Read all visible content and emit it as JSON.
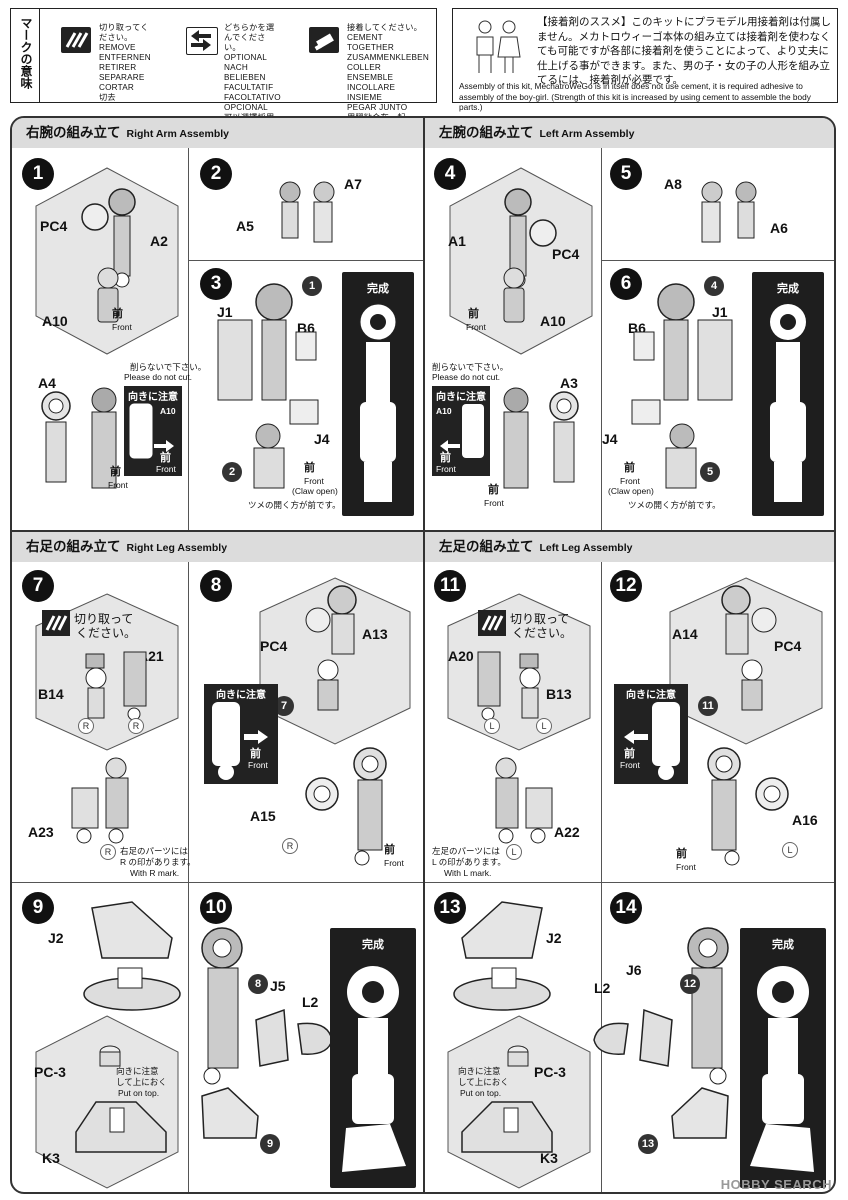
{
  "marks": {
    "title": "マークの意味",
    "items": [
      {
        "icon": "cut-icon",
        "lines": [
          "切り取ってください。",
          "REMOVE",
          "ENTFERNEN",
          "RETIRER",
          "SEPARARE",
          "CORTAR",
          "切去"
        ]
      },
      {
        "icon": "swap-arrows-icon",
        "lines": [
          "どちらかを選んでください。",
          "OPTIONAL",
          "NACH BELIEBEN",
          "FACULTATIF",
          "FACOLTATIVO",
          "OPCIONAL",
          "可以選擇採用"
        ]
      },
      {
        "icon": "cement-tube-icon",
        "lines": [
          "接着してください。",
          "CEMENT TOGETHER",
          "ZUSAMMENKLEBEN",
          "COLLER ENSEMBLE",
          "INCOLLARE INSIEME",
          "PEGAR JUNTO",
          "用膠粘合在一起"
        ]
      }
    ]
  },
  "note": {
    "jp": "【接着剤のススメ】このキットにプラモデル用接着剤は付属しません。メカトロウィーゴ本体の組み立ては接着剤を使わなくても可能ですが各部に接着剤を使うことによって、より丈夫に仕上げる事ができます。また、男の子・女の子の人形を組み立てるには、接着剤が必要です。",
    "en": "Assembly of this kit, MechatroWeGo is in itself does not use cement, it is required adhesive to assembly of the boy-girl. (Strength of this kit is increased by using cement to assemble the body parts.)"
  },
  "sections": {
    "right_arm": {
      "jp": "右腕の組み立て",
      "en": "Right Arm Assembly"
    },
    "left_arm": {
      "jp": "左腕の組み立て",
      "en": "Left Arm Assembly"
    },
    "right_leg": {
      "jp": "右足の組み立て",
      "en": "Right Leg Assembly"
    },
    "left_leg": {
      "jp": "左足の組み立て",
      "en": "Left Leg Assembly"
    }
  },
  "common": {
    "front_jp": "前",
    "front_en": "Front",
    "claw_open": "(Claw open)",
    "claw_note": "ツメの開く方が前です。",
    "do_not_cut_jp": "削らないで下さい。",
    "do_not_cut_en": "Please do not cut.",
    "caution": "向きに注意",
    "done": "完成",
    "cut_jp1": "切り取って",
    "cut_jp2": "ください。",
    "r_mark_jp1": "右足のパーツには",
    "r_mark_jp2": "R の印があります。",
    "r_mark_en": "With R mark.",
    "l_mark_jp1": "左足のパーツには",
    "l_mark_jp2": "L の印があります。",
    "l_mark_en": "With L mark.",
    "put_top_jp1": "向きに注意",
    "put_top_jp2": "して上におく",
    "put_top_en": "Put on top.",
    "r": "R",
    "l": "L"
  },
  "steps": [
    "1",
    "2",
    "3",
    "4",
    "5",
    "6",
    "7",
    "8",
    "9",
    "10",
    "11",
    "12",
    "13",
    "14"
  ],
  "parts": {
    "PC4": "PC4",
    "A2": "A2",
    "A10": "A10",
    "A4": "A4",
    "A7": "A7",
    "A5": "A5",
    "J1": "J1",
    "B6": "B6",
    "J4": "J4",
    "A8": "A8",
    "A6": "A6",
    "A1": "A1",
    "A3": "A3",
    "A21": "A21",
    "B14": "B14",
    "A23": "A23",
    "A13": "A13",
    "A15": "A15",
    "A20": "A20",
    "B13": "B13",
    "A22": "A22",
    "A14": "A14",
    "A16": "A16",
    "J2": "J2",
    "PC3": "PC-3",
    "K3": "K3",
    "J5": "J5",
    "L2": "L2",
    "J6": "J6"
  },
  "watermark": "HOBBY SEARCH"
}
